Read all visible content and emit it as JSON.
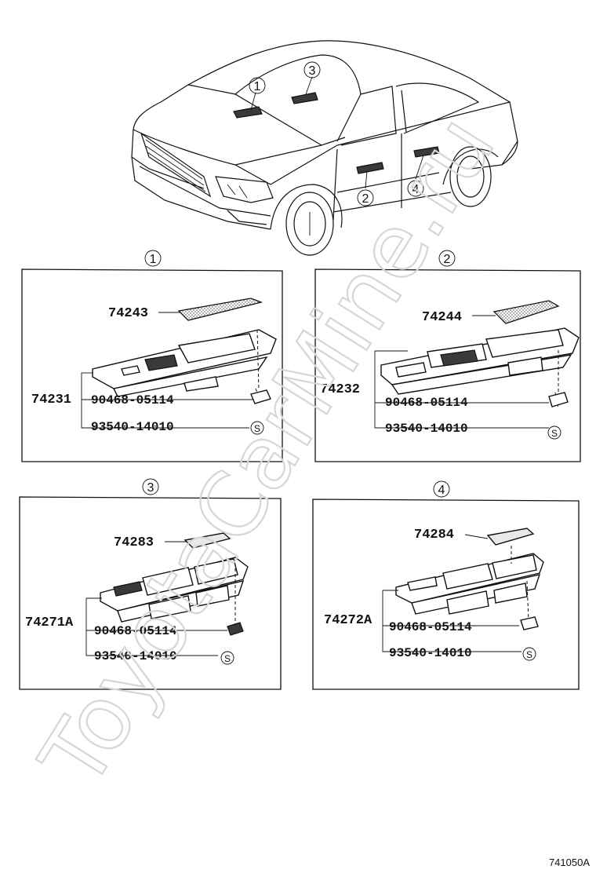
{
  "diagram": {
    "code": "741050A",
    "watermark": "ToyotaCarMine.ru",
    "callouts": [
      "1",
      "2",
      "3",
      "4"
    ],
    "screw_symbol": "S",
    "panels": [
      {
        "id": "1",
        "cover_part": "74243",
        "assembly_part": "74231",
        "clip_part": "90468-05114",
        "screw_part": "93540-14010"
      },
      {
        "id": "2",
        "cover_part": "74244",
        "assembly_part": "74232",
        "clip_part": "90468-05114",
        "screw_part": "93540-14010"
      },
      {
        "id": "3",
        "cover_part": "74283",
        "assembly_part": "74271A",
        "clip_part": "90468-05114",
        "screw_part": "93540-14010"
      },
      {
        "id": "4",
        "cover_part": "74284",
        "assembly_part": "74272A",
        "clip_part": "90468-05114",
        "screw_part": "93540-14010"
      }
    ]
  }
}
